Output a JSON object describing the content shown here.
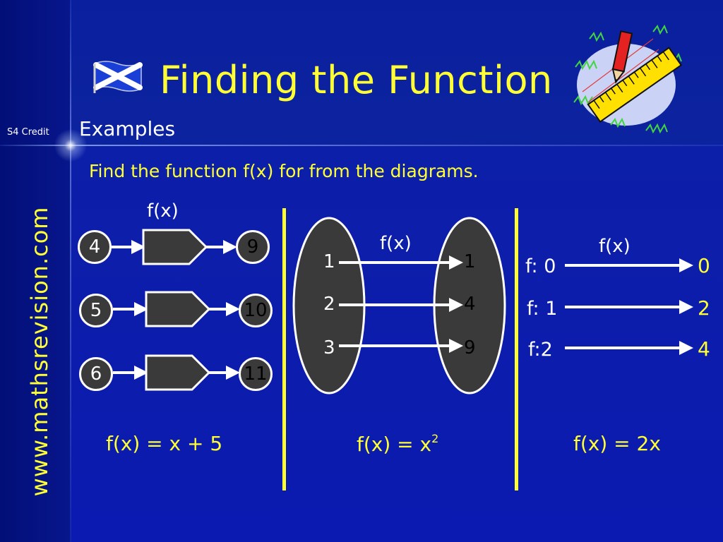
{
  "slide": {
    "title": "Finding the Function",
    "subtitle": "Examples",
    "credit": "S4 Credit",
    "website": "www.mathsrevision.com",
    "instruction": "Find the function f(x) for from the diagrams."
  },
  "diagram1": {
    "label": "f(x)",
    "inputs": [
      "4",
      "5",
      "6"
    ],
    "outputs": [
      "9",
      "10",
      "11"
    ],
    "answer": "f(x) = x + 5"
  },
  "diagram2": {
    "label": "f(x)",
    "domain": [
      "1",
      "2",
      "3"
    ],
    "range": [
      "1",
      "4",
      "9"
    ],
    "answer_base": "f(x) = x",
    "answer_exp": "2"
  },
  "diagram3": {
    "label": "f(x)",
    "rows": [
      {
        "input": "f: 0",
        "output": "0"
      },
      {
        "input": "f: 1",
        "output": "2"
      },
      {
        "input": "f:2",
        "output": "4"
      }
    ],
    "answer": "f(x) = 2x"
  },
  "colors": {
    "background": "#0b1a9c",
    "accent": "#ffff33",
    "shape_fill": "#3a3a3a",
    "text": "#ffffff"
  }
}
